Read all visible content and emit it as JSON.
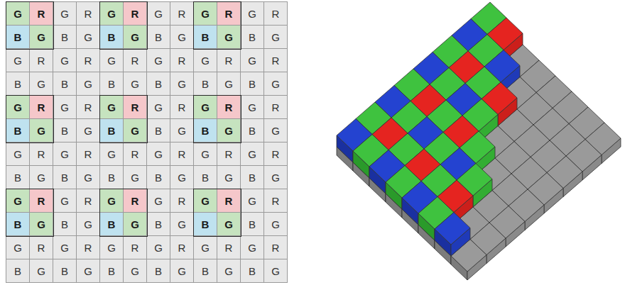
{
  "diagram": {
    "nodes": [
      {
        "text": [
          "G",
          "R",
          "B",
          "G"
        ]
      },
      {
        "text": [
          "G",
          "R",
          "B",
          "G"
        ]
      },
      {
        "text": [
          "G",
          "R",
          "B",
          "G"
        ]
      },
      {
        "text": [
          "G",
          "R",
          "B",
          "G"
        ]
      },
      {
        "text": [
          "G",
          "R",
          "B",
          "G"
        ]
      },
      {
        "text": [
          "G",
          "R",
          "B",
          "G"
        ]
      },
      {
        "text": [
          "G",
          "R",
          "B",
          "G"
        ]
      },
      {
        "text": [
          "G",
          "R",
          "B",
          "G"
        ]
      },
      {
        "text": [
          "G",
          "R",
          "B",
          "G"
        ]
      }
    ],
    "labels": [
      "G",
      "R",
      "G",
      "R",
      "G",
      "R",
      "B",
      "G",
      "B",
      "G",
      "B",
      "G",
      "G",
      "R",
      "G",
      "R",
      "G",
      "R",
      "G",
      "R",
      "G",
      "R",
      "G",
      "R",
      "B",
      "G",
      "B",
      "G",
      "B",
      "G",
      "B",
      "G",
      "B",
      "G",
      "B",
      "G",
      "G",
      "R",
      "G",
      "R",
      "G",
      "R",
      "B",
      "G",
      "B",
      "G",
      "B",
      "G",
      "G",
      "R",
      "G",
      "R",
      "G",
      "R",
      "G",
      "R",
      "G",
      "R",
      "G",
      "R",
      "B",
      "G",
      "B",
      "G",
      "B",
      "G",
      "B",
      "G",
      "B",
      "G",
      "B",
      "G",
      "G",
      "R",
      "G",
      "R",
      "G",
      "R",
      "B",
      "G",
      "B",
      "G",
      "B",
      "G",
      "G",
      "R",
      "G",
      "R",
      "G",
      "R",
      "G",
      "R",
      "G",
      "R",
      "G",
      "R",
      "B",
      "G",
      "B",
      "G",
      "B",
      "G",
      "B",
      "G",
      "B",
      "G",
      "B",
      "G"
    ]
  }
}
